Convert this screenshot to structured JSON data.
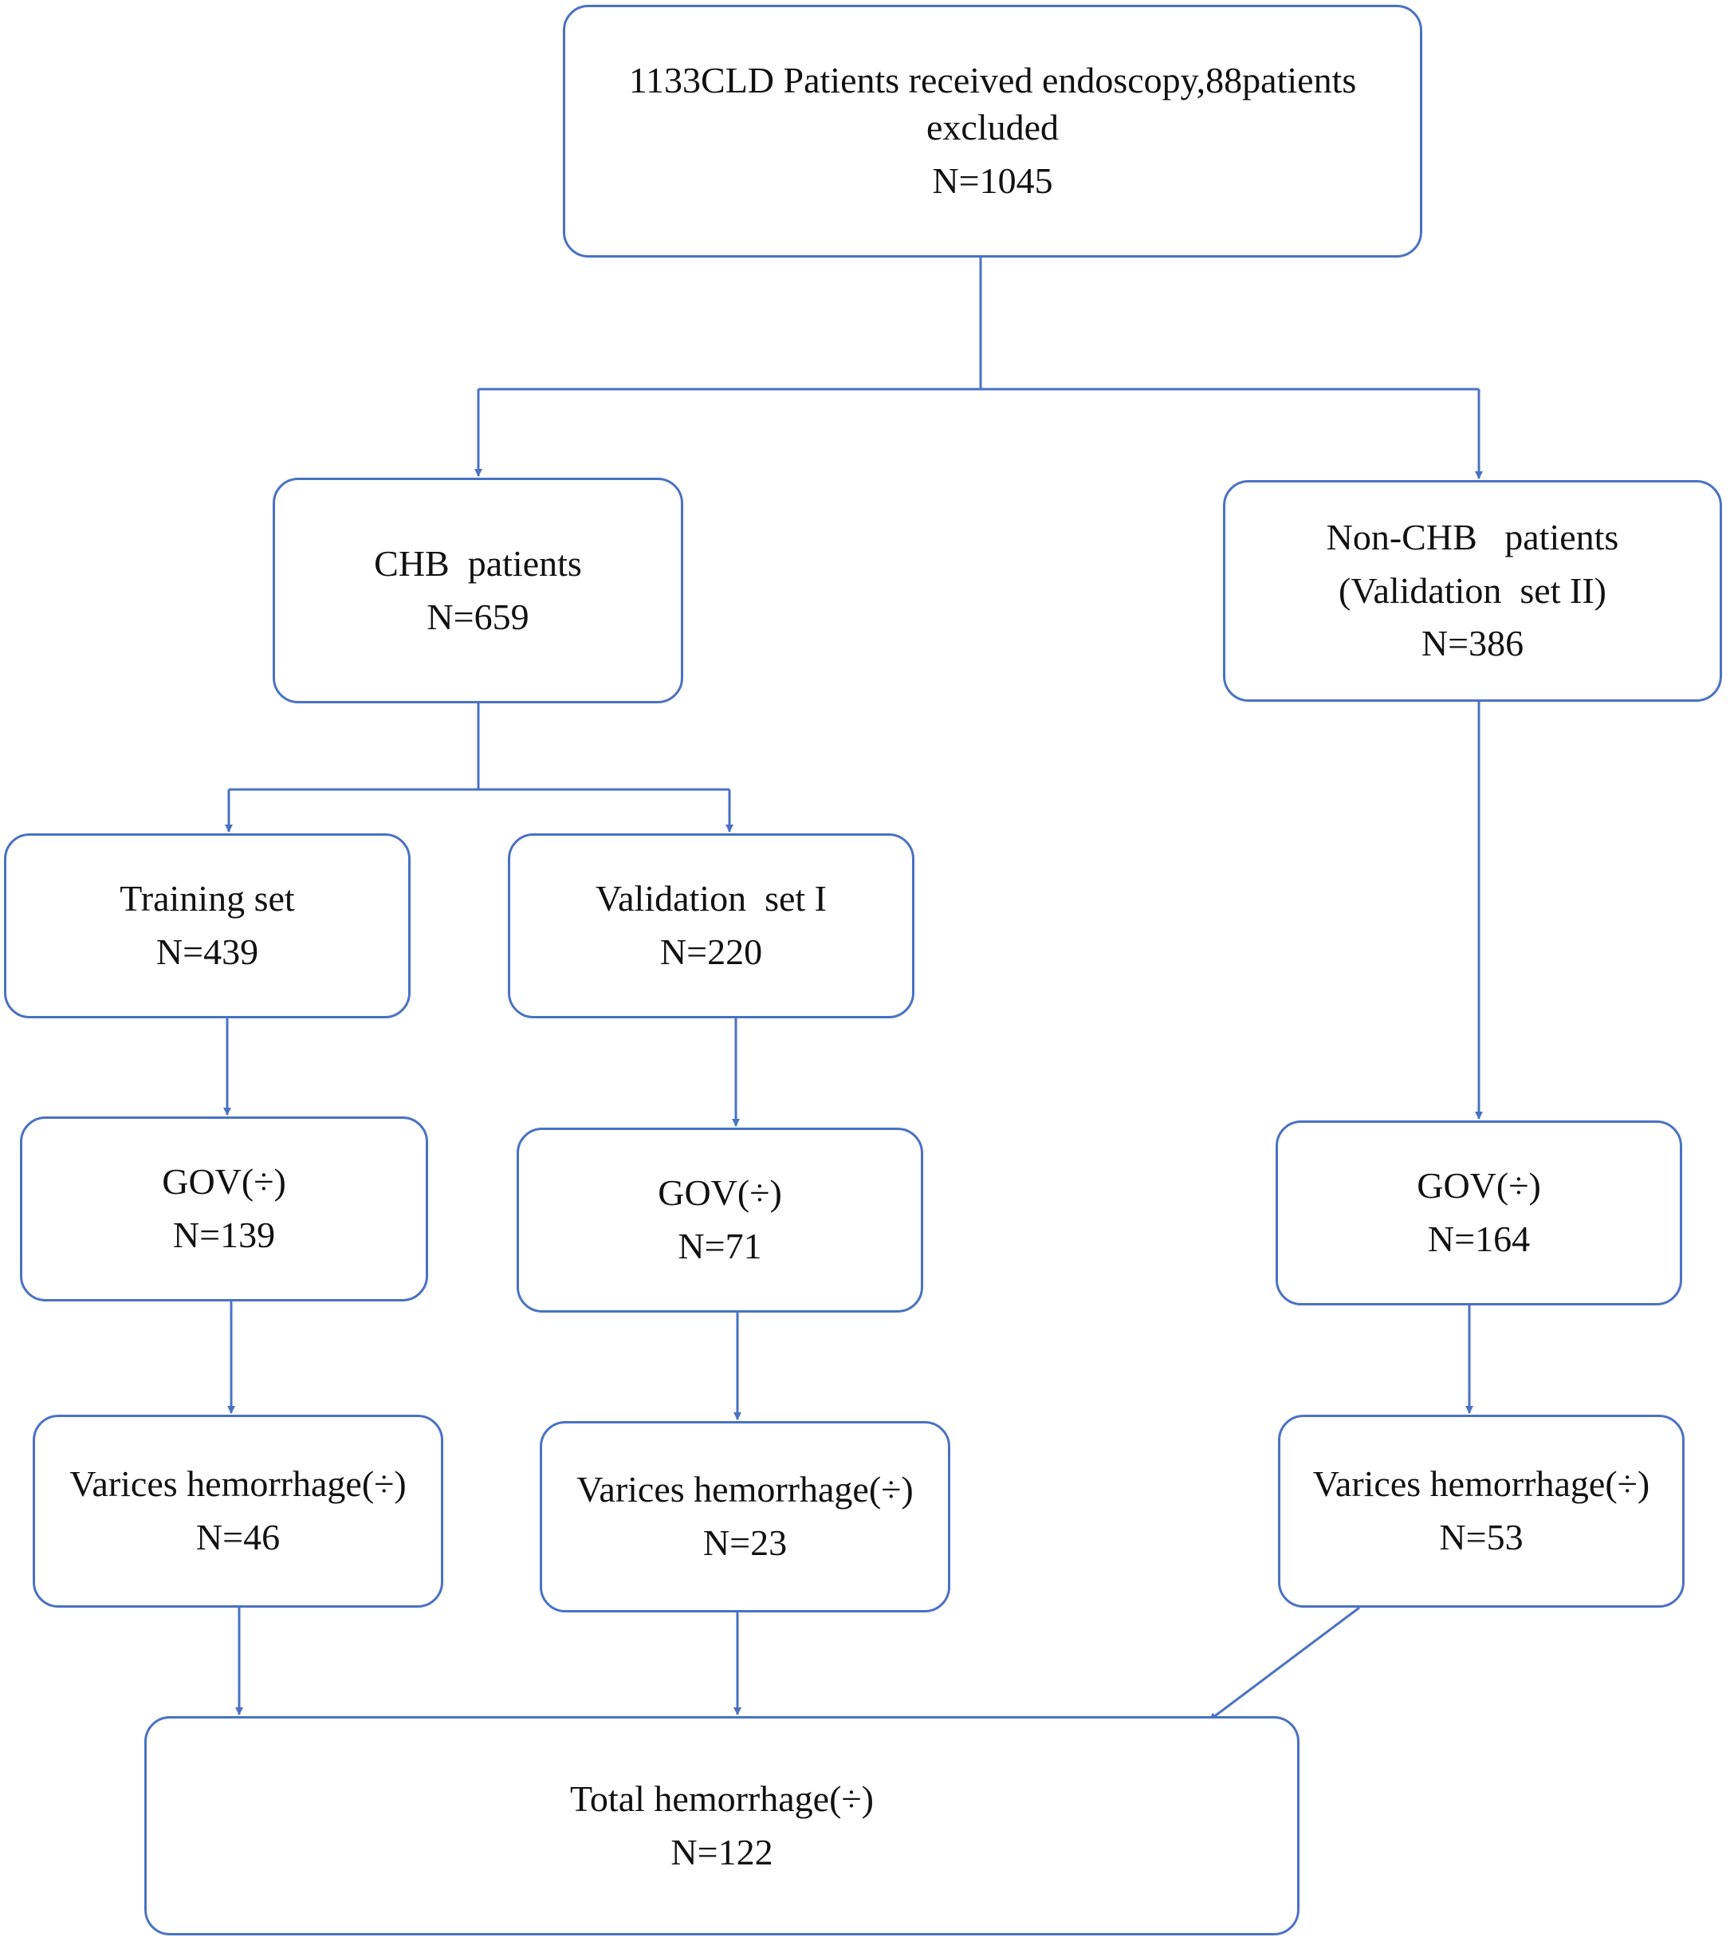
{
  "colors": {
    "connector": "#4a72c4",
    "box_border": "#4a72c4",
    "text": "#111111"
  },
  "boxes": {
    "start": {
      "line1": "1133CLD Patients received endoscopy,88patients excluded",
      "line2": "N=1045"
    },
    "chb": {
      "line1": "CHB  patients",
      "line2": "N=659"
    },
    "nonchb": {
      "line1": "Non-CHB   patients",
      "line1b": "(Validation  set II)",
      "line2": "N=386"
    },
    "training": {
      "line1": "Training set",
      "line2": "N=439"
    },
    "validation1": {
      "line1": "Validation  set I",
      "line2": "N=220"
    },
    "gov_training": {
      "line1": "GOV(÷)",
      "line2": "N=139"
    },
    "gov_validation1": {
      "line1": "GOV(÷)",
      "line2": "N=71"
    },
    "gov_nonchb": {
      "line1": "GOV(÷)",
      "line2": "N=164"
    },
    "var_training": {
      "line1": "Varices hemorrhage(÷)",
      "line2": "N=46"
    },
    "var_validation1": {
      "line1": "Varices hemorrhage(÷)",
      "line2": "N=23"
    },
    "var_nonchb": {
      "line1": "Varices hemorrhage(÷)",
      "line2": "N=53"
    },
    "total": {
      "line1": "Total hemorrhage(÷)",
      "line2": "N=122"
    }
  }
}
